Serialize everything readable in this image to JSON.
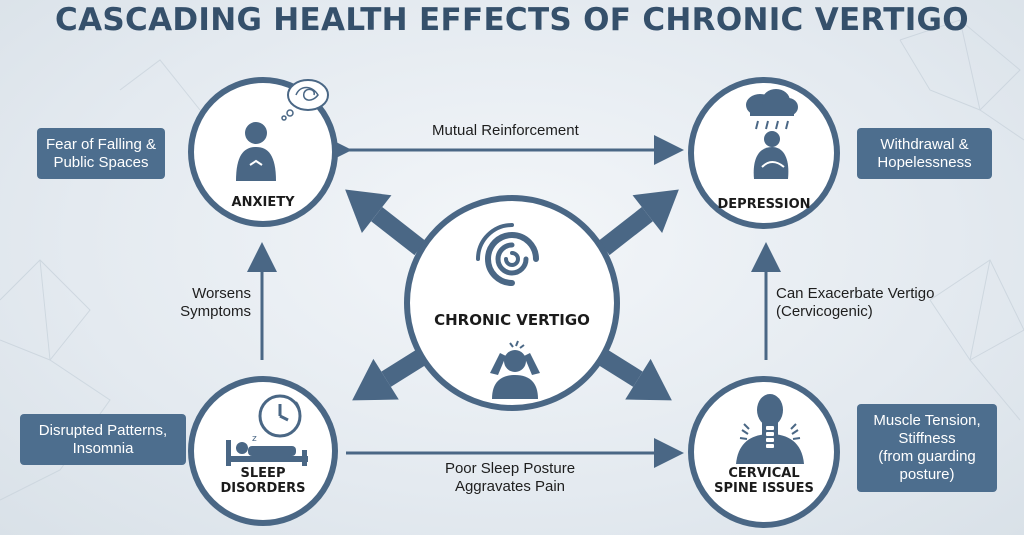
{
  "title": "CASCADING HEALTH EFFECTS OF CHRONIC VERTIGO",
  "center": {
    "label": "CHRONIC VERTIGO",
    "icon": "spiral-icon",
    "figure_icon": "dizzy-person-icon"
  },
  "nodes": {
    "anxiety": {
      "label": "ANXIETY",
      "icon": "worried-person-icon",
      "tag": "Fear of Falling &\nPublic Spaces"
    },
    "depression": {
      "label": "DEPRESSION",
      "icon": "sad-person-rain-cloud-icon",
      "tag": "Withdrawal &\nHopelessness"
    },
    "sleep": {
      "label": "SLEEP\nDISORDERS",
      "icon": "clock-bed-icon",
      "tag": "Disrupted Patterns,\nInsomnia"
    },
    "cervical": {
      "label": "CERVICAL\nSPINE ISSUES",
      "icon": "neck-spine-icon",
      "tag": "Muscle Tension,\nStiffness\n(from guarding\nposture)"
    }
  },
  "connections": {
    "anxiety_depression": "Mutual Reinforcement",
    "sleep_anxiety": "Worsens\nSymptoms",
    "cervical_depression": "Can Exacerbate Vertigo\n(Cervicogenic)",
    "sleep_cervical": "Poor Sleep Posture\nAggravates Pain"
  },
  "colors": {
    "primary": "#4a6785",
    "tag_bg": "#4d6e8e",
    "title": "#35506b",
    "background": "#e6ecf1"
  }
}
